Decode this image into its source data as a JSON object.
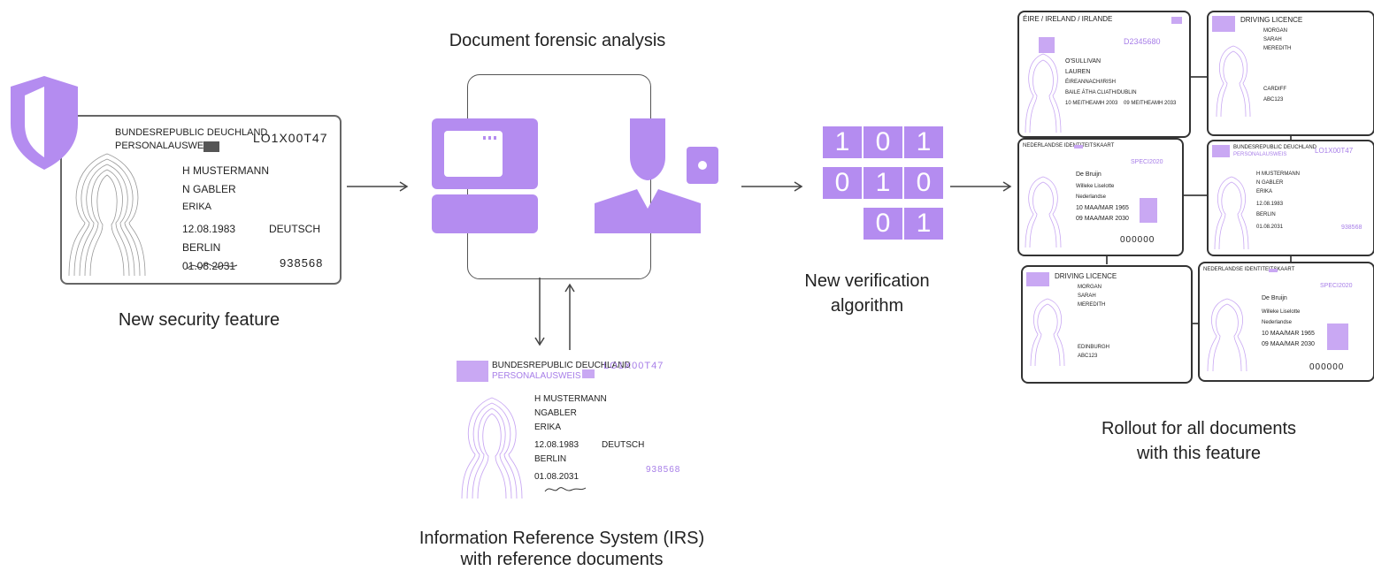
{
  "captions": {
    "security_feature": "New security feature",
    "forensic": "Document forensic analysis",
    "verification_line1": "New verification",
    "verification_line2": "algorithm",
    "irs_line1": "Information Reference System (IRS)",
    "irs_line2": "with reference documents",
    "rollout_line1": "Rollout for all documents",
    "rollout_line2": "with this feature"
  },
  "id_card": {
    "header1": "BUNDESREPUBLIC DEUCHLAND",
    "header2": "PERSONALAUSWEIS",
    "doc_number": "LO1X00T47",
    "surname1": "H MUSTERMANN",
    "surname2": "N GABLER",
    "given_name": "ERIKA",
    "dob": "12.08.1983",
    "nationality": "DEUTSCH",
    "place": "BERLIN",
    "expiry": "01.08.2031",
    "can": "938568"
  },
  "irs_card": {
    "header1": "BUNDESREPUBLIC DEUCHLAND",
    "header2": "PERSONALAUSWEIS",
    "doc_number": "LO1X00T47",
    "surname1": "H MUSTERMANN",
    "surname2": "NGABLER",
    "given_name": "ERIKA",
    "dob": "12.08.1983",
    "nationality": "DEUTSCH",
    "place": "BERLIN",
    "expiry": "01.08.2031",
    "can": "938568"
  },
  "binary": [
    "1",
    "0",
    "1",
    "0",
    "1",
    "0",
    "0",
    "1"
  ],
  "rollout_cards": [
    {
      "title": "ÉIRE / IRELAND / IRLANDE",
      "number": "D2345680",
      "lines": [
        "O'SULLIVAN",
        "LAUREN",
        "ÉIREANNACH/IRISH",
        "BAILE ÁTHA CLIATH/DUBLIN",
        "10 MEITHEAMH 2003",
        "09 MEITHEAMH 2033"
      ]
    },
    {
      "title": "DRIVING LICENCE",
      "number": "",
      "lines": [
        "MORGAN",
        "SARAH",
        "MEREDITH",
        "CARDIFF",
        "ABC123"
      ]
    },
    {
      "title": "NEDERLANDSE IDENTITEITSKAART",
      "number": "SPECI2020",
      "lines": [
        "De Bruijn",
        "Willeke Liselotte",
        "Nederlandse",
        "10 MAA/MAR 1965",
        "09 MAA/MAR 2030",
        "000000"
      ]
    },
    {
      "title": "BUNDESREPUBLIC DEUCHLAND",
      "number": "LO1X00T47",
      "lines": [
        "PERSONALAUSWEIS",
        "H MUSTERMANN",
        "N GABLER",
        "ERIKA",
        "12.08.1983",
        "BERLIN",
        "01.08.2031",
        "938568"
      ]
    },
    {
      "title": "DRIVING LICENCE",
      "number": "",
      "lines": [
        "MORGAN",
        "SARAH",
        "MEREDITH",
        "EDINBURGH",
        "ABC123"
      ]
    },
    {
      "title": "NEDERLANDSE IDENTITEITSKAART",
      "number": "SPECI2020",
      "lines": [
        "De Bruijn",
        "Willeke Liselotte",
        "Nederlandse",
        "10 MAA/MAR 1965",
        "09 MAA/MAR 2030",
        "000000"
      ]
    }
  ],
  "colors": {
    "accent": "#b48cf0",
    "accent_light": "#d7c0f7",
    "line": "#555555"
  }
}
